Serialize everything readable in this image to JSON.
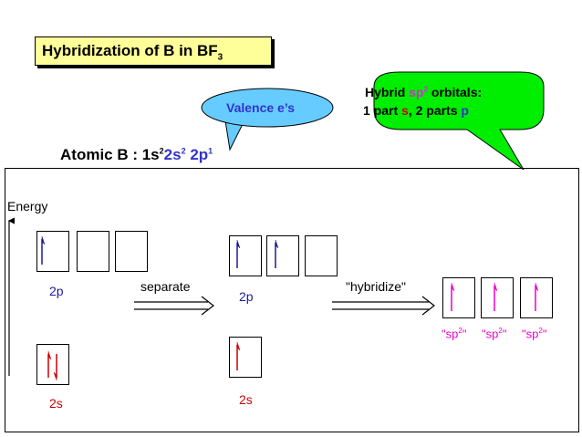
{
  "title": {
    "text": "Hybridization of B  in BF",
    "subscript": "3"
  },
  "valence_callout": {
    "text": "Valence e’s",
    "color": "#3333cc",
    "fill": "#66ccff"
  },
  "hybrid_callout": {
    "line1_a": "Hybrid ",
    "line1_b": "sp",
    "line1_c": "2",
    "line1_d": " orbitals:",
    "line2_a": "1 part ",
    "line2_b": "s",
    "line2_c": ", 2 parts ",
    "line2_d": "p",
    "fill": "#00ee00"
  },
  "config": {
    "prefix": "Atomic B :  1s",
    "e1": "2",
    "mid": "2s",
    "e2": "2",
    "tail": "2p",
    "e3": "1"
  },
  "energy_label": "Energy",
  "labels": {
    "p_left": "2p",
    "s_left": "2s",
    "separate": "separate",
    "p_mid": "2p",
    "s_mid": "2s",
    "hybridize": "\"hybridize\"",
    "hyb_q": "\"",
    "hyb_sp": "sp",
    "hyb_exp": "2"
  },
  "colors": {
    "p_arrow": "#1a1a99",
    "s_arrow": "#cc0000",
    "hybrid_arrow": "#ee00cc"
  }
}
